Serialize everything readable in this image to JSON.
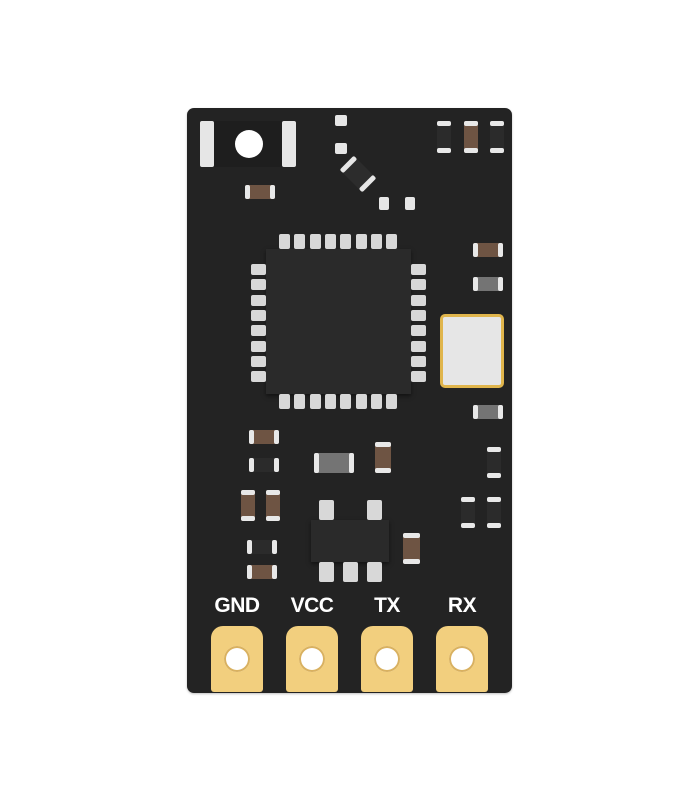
{
  "board": {
    "type": "PCB module",
    "color": "#232323",
    "pad_color": "#f2cf7e"
  },
  "pins": [
    {
      "label": "GND"
    },
    {
      "label": "VCC"
    },
    {
      "label": "TX"
    },
    {
      "label": "RX"
    }
  ]
}
